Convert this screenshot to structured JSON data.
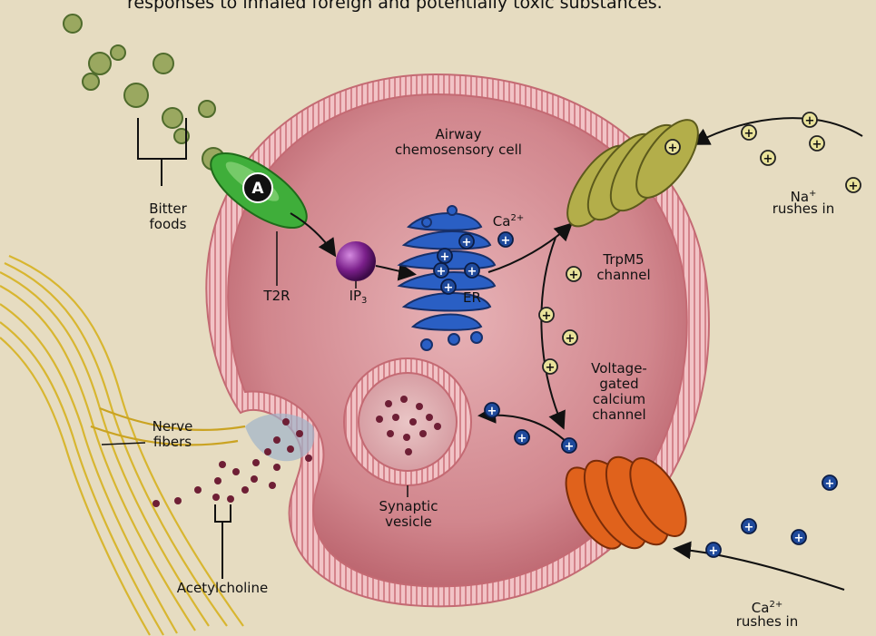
{
  "caption": "responses to inhaled foreign and potentially toxic substances.",
  "labels": {
    "cell": "Airway\nchemosensory cell",
    "bitter_foods": "Bitter\nfoods",
    "receptor": "T2R",
    "ip3_base": "IP",
    "ip3_sub": "3",
    "er": "ER",
    "ca_base": "Ca",
    "ca_sup": "2+",
    "trpm5": "TrpM5\nchannel",
    "na_base": "Na",
    "na_sup": "+",
    "na_rush": "rushes in",
    "vgcc": "Voltage-\ngated\ncalcium\nchannel",
    "nerve": "Nerve\nfibers",
    "vesicle": "Synaptic\nvesicle",
    "acetylcholine": "Acetylcholine",
    "ca2_base": "Ca",
    "ca2_sup": "2+",
    "ca_rush": "rushes in",
    "marker": "A"
  },
  "colors": {
    "background": "#e6dcc1",
    "membrane": "#e89aa0",
    "cytoplasm": "#c9707a",
    "receptor": "#3fae3a",
    "ip3": "#7a1f8a",
    "er": "#2a5fc4",
    "trpm5": "#b3ae4a",
    "vgcc": "#e0621c",
    "nerve": "#d8b630",
    "acetylcholine": "#6e1f35",
    "ion_positive_sodium": "#e9e29a",
    "ion_calcium": "#1f4a9c"
  }
}
